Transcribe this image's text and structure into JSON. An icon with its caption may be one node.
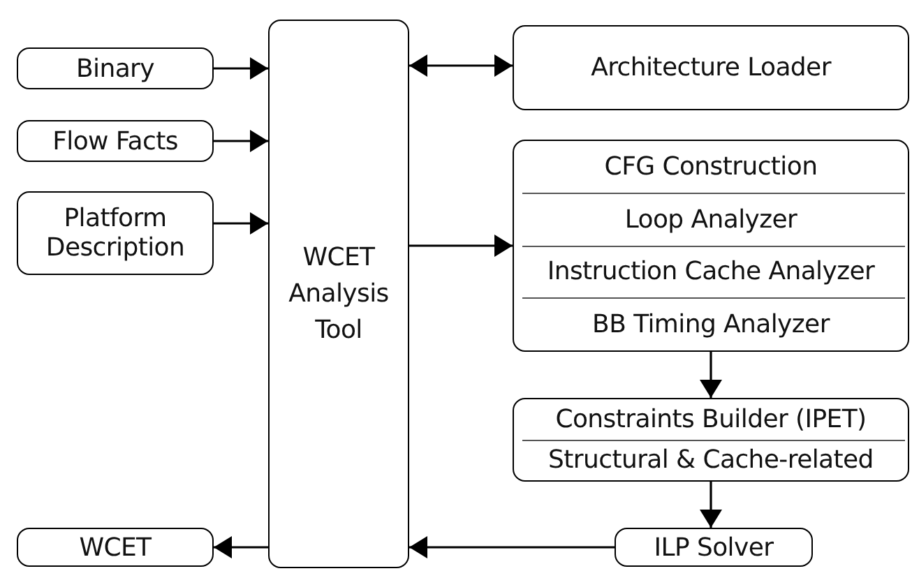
{
  "diagram": {
    "nodes": [
      {
        "text": [
          "Binary"
        ]
      },
      {
        "text": [
          "Flow Facts"
        ]
      },
      {
        "text": [
          "Platform Description"
        ]
      },
      {
        "text": [
          "WCET Analysis Tool"
        ]
      },
      {
        "text": [
          "Architecture Loader"
        ]
      },
      {
        "text": [
          "CFG Construction",
          "Loop Analyzer",
          "Instruction Cache Analyzer",
          "BB Timing Analyzer"
        ]
      },
      {
        "text": [
          "Constraints Builder (IPET)",
          "Structural & Cache-related"
        ]
      },
      {
        "text": [
          "ILP Solver"
        ]
      },
      {
        "text": [
          "WCET"
        ]
      }
    ],
    "edges": [
      {
        "from": 0,
        "to": 3,
        "arrow": "to"
      },
      {
        "from": 1,
        "to": 3,
        "arrow": "to"
      },
      {
        "from": 2,
        "to": 3,
        "arrow": "to"
      },
      {
        "from": 3,
        "to": 4,
        "arrow": "both"
      },
      {
        "from": 3,
        "to": 5,
        "arrow": "to"
      },
      {
        "from": 5,
        "to": 6,
        "arrow": "to"
      },
      {
        "from": 6,
        "to": 7,
        "arrow": "to"
      },
      {
        "from": 7,
        "to": 3,
        "arrow": "to"
      },
      {
        "from": 3,
        "to": 8,
        "arrow": "to"
      }
    ]
  }
}
